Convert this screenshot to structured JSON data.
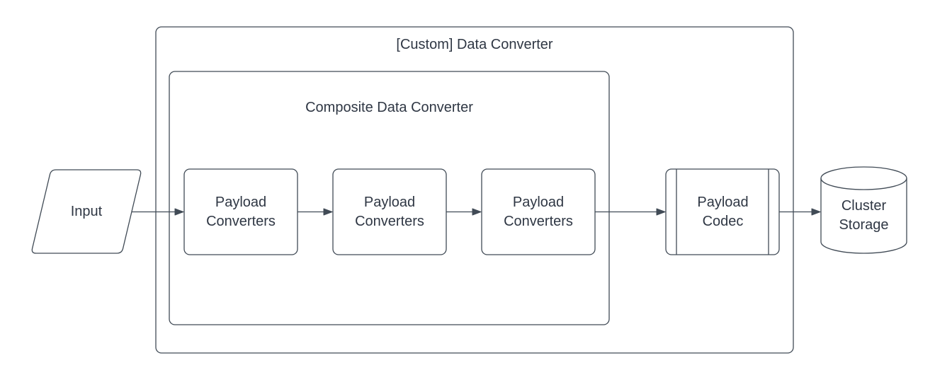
{
  "diagram": {
    "type": "flowchart",
    "colors": {
      "background": "#ffffff",
      "stroke": "#414b56",
      "text": "#2f3744"
    },
    "outer_container": {
      "label": "[Custom] Data Converter"
    },
    "inner_container": {
      "label": "Composite Data Converter"
    },
    "nodes": {
      "input": {
        "label": "Input",
        "shape": "parallelogram"
      },
      "converter_1": {
        "label": "Payload Converters",
        "shape": "rounded-rect"
      },
      "converter_2": {
        "label": "Payload Converters",
        "shape": "rounded-rect"
      },
      "converter_3": {
        "label": "Payload Converters",
        "shape": "rounded-rect"
      },
      "payload_codec": {
        "label": "Payload Codec",
        "shape": "predefined-process"
      },
      "cluster_storage": {
        "label": "Cluster Storage",
        "shape": "cylinder"
      }
    },
    "edges": [
      {
        "from": "input",
        "to": "converter_1"
      },
      {
        "from": "converter_1",
        "to": "converter_2"
      },
      {
        "from": "converter_2",
        "to": "converter_3"
      },
      {
        "from": "converter_3",
        "to": "payload_codec"
      },
      {
        "from": "payload_codec",
        "to": "cluster_storage"
      }
    ]
  }
}
